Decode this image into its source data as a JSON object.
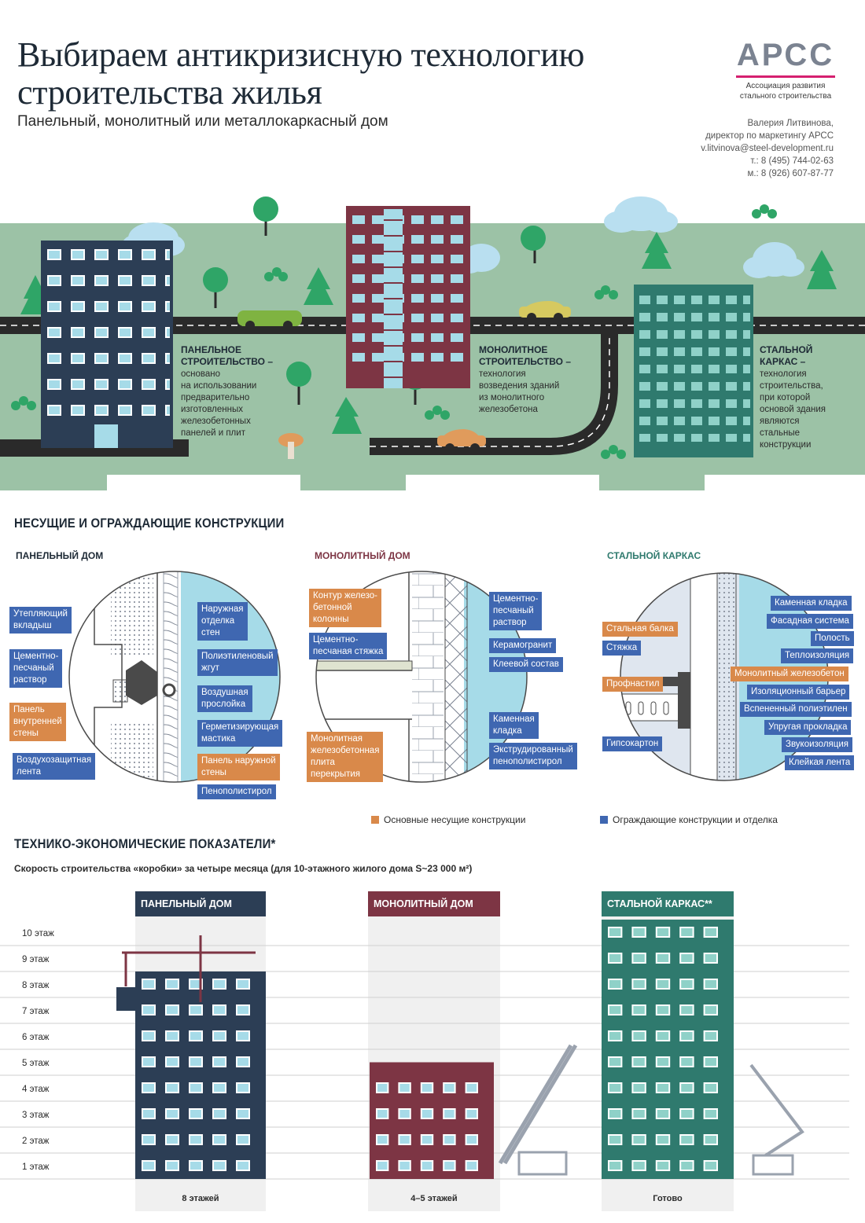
{
  "header": {
    "title": "Выбираем антикризисную технологию строительства жилья",
    "subtitle": "Панельный, монолитный или металлокаркасный дом",
    "logo": {
      "mark": "АРСС",
      "tag_line1": "Ассоциация развития",
      "tag_line2": "стального строительства"
    },
    "contact": {
      "name": "Валерия Литвинова,",
      "position": "директор по маркетингу АРСС",
      "email": "v.litvinova@steel-development.ru",
      "phone": "т.: 8 (495) 744-02-63",
      "mobile": "м.: 8 (926) 607-87-77"
    }
  },
  "scene": {
    "panel": {
      "title1": "ПАНЕЛЬНОЕ",
      "title2": "СТРОИТЕЛЬСТВО –",
      "lines": [
        "основано",
        "на использовании",
        "предварительно",
        "изготовленных",
        "железобетонных",
        "панелей и плит"
      ]
    },
    "monolith": {
      "title1": "МОНОЛИТНОЕ",
      "title2": "СТРОИТЕЛЬСТВО –",
      "lines": [
        "технология",
        "возведения зданий",
        "из монолитного",
        "железобетона"
      ]
    },
    "steel": {
      "title1": "СТАЛЬНОЙ",
      "title2": "КАРКАС –",
      "lines": [
        "технология",
        "строительства,",
        "при которой",
        "основой здания",
        "являются",
        "стальные",
        "конструкции"
      ]
    }
  },
  "structures": {
    "heading": "НЕСУЩИЕ И ОГРАЖДАЮЩИЕ КОНСТРУКЦИИ",
    "panel": {
      "title": "ПАНЕЛЬНЫЙ ДОМ",
      "left": [
        "Утепляющий\nвкладыш",
        "Цементно-\nпесчаный\nраствор",
        "Панель\nвнутренней\nстены",
        "Воздухозащитная\nлента"
      ],
      "right": [
        "Наружная\nотделка\nстен",
        "Полиэтиленовый\nжгут",
        "Воздушная\nпрослойка",
        "Герметизирующая\nмастика",
        "Панель наружной\nстены",
        "Пенополистирол"
      ]
    },
    "monolith": {
      "title": "МОНОЛИТНЫЙ ДОМ",
      "left": [
        "Контур железо-\nбетонной\nколонны",
        "Цементно-\nпесчаная стяжка",
        "Монолитная\nжелезобетонная\nплита\nперекрытия"
      ],
      "right": [
        "Цементно-\nпесчаный\nраствор",
        "Керамогранит",
        "Клеевой состав",
        "Каменная\nкладка",
        "Экструдированный\nпенополистирол"
      ]
    },
    "steel": {
      "title": "СТАЛЬНОЙ КАРКАС",
      "left": [
        "Стальная балка",
        "Стяжка",
        "Профнастил",
        "Гипсокартон"
      ],
      "right": [
        "Каменная кладка",
        "Фасадная система",
        "Полость",
        "Теплоизоляция",
        "Монолитный железобетон",
        "Изоляционный барьер",
        "Вспененный полиэтилен",
        "Упругая прокладка",
        "Звукоизоляция",
        "Клейкая лента"
      ]
    },
    "legend": {
      "bearing": "Основные несущие конструкции",
      "enclosing": "Ограждающие конструкции и отделка"
    },
    "colors": {
      "bearing": "#d9894a",
      "enclosing": "#3f67b1"
    }
  },
  "indicators": {
    "heading": "ТЕХНИКО-ЭКОНОМИЧЕСКИЕ ПОКАЗАТЕЛИ*",
    "subheading": "Скорость строительства «коробки» за четыре месяца (для 10-этажного жилого дома S~23 000 м²)",
    "floor_labels": [
      "10 этаж",
      "9 этаж",
      "8 этаж",
      "7 этаж",
      "6 этаж",
      "5 этаж",
      "4 этаж",
      "3 этаж",
      "2 этаж",
      "1 этаж"
    ]
  },
  "chart_data": {
    "type": "bar",
    "title": "Скорость строительства «коробки» за четыре месяца (для 10-этажного жилого дома S~23 000 м²)",
    "categories": [
      "ПАНЕЛЬНЫЙ ДОМ",
      "МОНОЛИТНЫЙ ДОМ",
      "СТАЛЬНОЙ КАРКАС**"
    ],
    "series": [
      {
        "values": [
          8,
          4.5,
          10
        ]
      }
    ],
    "value_labels": [
      "8 этажей",
      "4–5 этажей",
      "Готово"
    ],
    "ylim": [
      0,
      10
    ],
    "colors": [
      "#2c3e55",
      "#7d3544",
      "#2f7a6e"
    ]
  }
}
